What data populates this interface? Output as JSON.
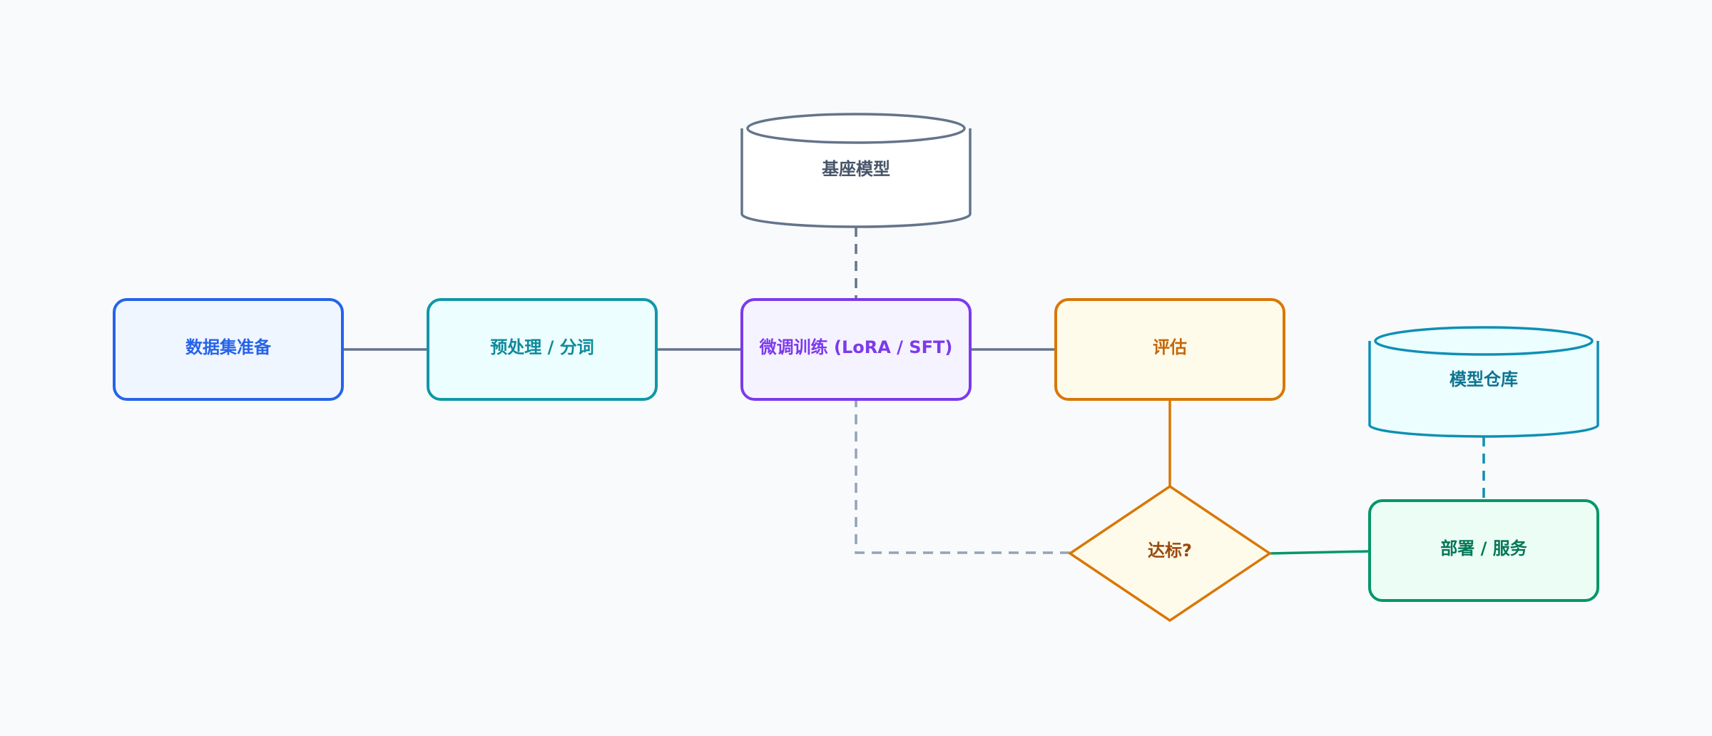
{
  "nodes": {
    "data_prep": {
      "label": "数据集准备",
      "stroke": "#2563eb",
      "fill": "#eff6ff",
      "text": "#2563eb"
    },
    "preprocess": {
      "label": "预处理 / 分词",
      "stroke": "#0e97a8",
      "fill": "#ecfeff",
      "text": "#0e8a9c"
    },
    "finetune": {
      "label": "微调训练 (LoRA / SFT)",
      "stroke": "#7c3aed",
      "fill": "#f5f3ff",
      "text": "#7c3aed"
    },
    "evaluate": {
      "label": "评估",
      "stroke": "#d97706",
      "fill": "#fffbeb",
      "text": "#c2680a"
    },
    "base_model": {
      "label": "基座模型",
      "stroke": "#64748b",
      "fill": "#ffffff",
      "text": "#475569"
    },
    "model_repo": {
      "label": "模型仓库",
      "stroke": "#0e8fb5",
      "fill": "#ecfeff",
      "text": "#0e7490"
    },
    "decision": {
      "label": "达标?",
      "stroke": "#d97706",
      "fill": "#fffbeb",
      "text": "#9a4a0c"
    },
    "deploy": {
      "label": "部署 / 服务",
      "stroke": "#059669",
      "fill": "#ecfdf5",
      "text": "#047857"
    }
  },
  "edges": {
    "solid_color": "#64748b",
    "dashed_gray": "#94a3b8",
    "base_dash": "#64748b"
  }
}
